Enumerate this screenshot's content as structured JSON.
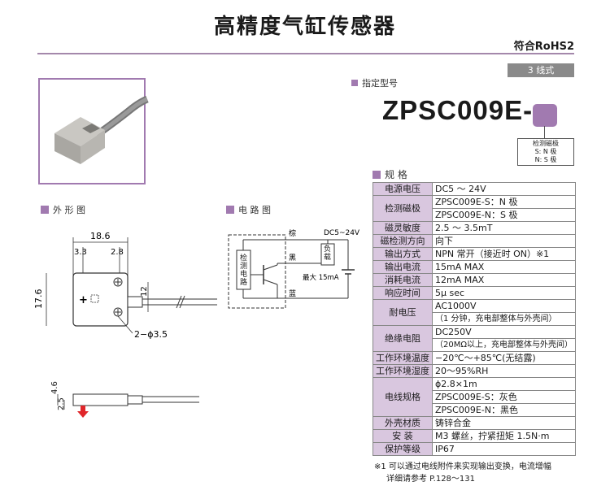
{
  "header": {
    "title": "高精度气缸传感器",
    "rohs": "符合RoHS2",
    "wires_badge": "3 线式"
  },
  "sections": {
    "model_label": "指定型号",
    "spec_label": "规 格",
    "outline_label": "外 形 图",
    "circuit_label": "电 路 图"
  },
  "model": {
    "prefix": "ZPSC009E-",
    "note_title": "检测磁极",
    "note_s": "S: N 极",
    "note_n": "N: S 极"
  },
  "outline": {
    "w_total": "18.6",
    "w_left": "3.3",
    "w_right": "2.8",
    "h_total": "17.6",
    "h_hole": "12",
    "holes": "2−ϕ3.5",
    "side_h1": "4.6",
    "side_h2": "2.5"
  },
  "circuit": {
    "supply": "DC5~24V",
    "brown": "棕",
    "black": "黑",
    "blue": "蓝",
    "main_circuit": "检测电路",
    "load": "负载",
    "max_current": "最大 15mA"
  },
  "spec": [
    {
      "key": "电源电压",
      "values": [
        "DC5 ～ 24V"
      ]
    },
    {
      "key": "检测磁极",
      "values": [
        "ZPSC009E-S：N 极",
        "ZPSC009E-N：S 极"
      ]
    },
    {
      "key": "磁灵敏度",
      "values": [
        "2.5 ～ 3.5mT"
      ]
    },
    {
      "key": "磁检测方向",
      "values": [
        "向下"
      ]
    },
    {
      "key": "输出方式",
      "values": [
        "NPN 常开（接近时 ON）※1"
      ]
    },
    {
      "key": "输出电流",
      "values": [
        "15mA MAX"
      ]
    },
    {
      "key": "消耗电流",
      "values": [
        "12mA MAX"
      ]
    },
    {
      "key": "响应时间",
      "values": [
        "5μ sec"
      ]
    },
    {
      "key": "耐电压",
      "values": [
        "AC1000V",
        "（1 分钟，充电部整体与外壳间）"
      ]
    },
    {
      "key": "绝缘电阻",
      "values": [
        "DC250V",
        "（20MΩ以上，充电部整体与外壳间）"
      ]
    },
    {
      "key": "工作环境温度",
      "values": [
        "−20℃～+85℃(无结露)"
      ]
    },
    {
      "key": "工作环境湿度",
      "values": [
        "20～95%RH"
      ]
    },
    {
      "key": "电线规格",
      "values": [
        "ϕ2.8×1m",
        "ZPSC009E-S：灰色",
        "ZPSC009E-N：黑色"
      ]
    },
    {
      "key": "外壳材质",
      "values": [
        "铸锌合金"
      ]
    },
    {
      "key": "安 装",
      "values": [
        "M3 螺丝，拧紧扭矩 1.5N·m"
      ]
    },
    {
      "key": "保护等级",
      "values": [
        "IP67"
      ]
    }
  ],
  "footnote": {
    "line1": "※1 可以通过电线附件来实现输出变换，电流增幅",
    "line2": "详细请参考 P.128～131"
  },
  "colors": {
    "accent": "#a17ab0",
    "key_bg": "#d9c7df",
    "badge_gray": "#8a8a8a",
    "arrow_red": "#e0262a"
  }
}
